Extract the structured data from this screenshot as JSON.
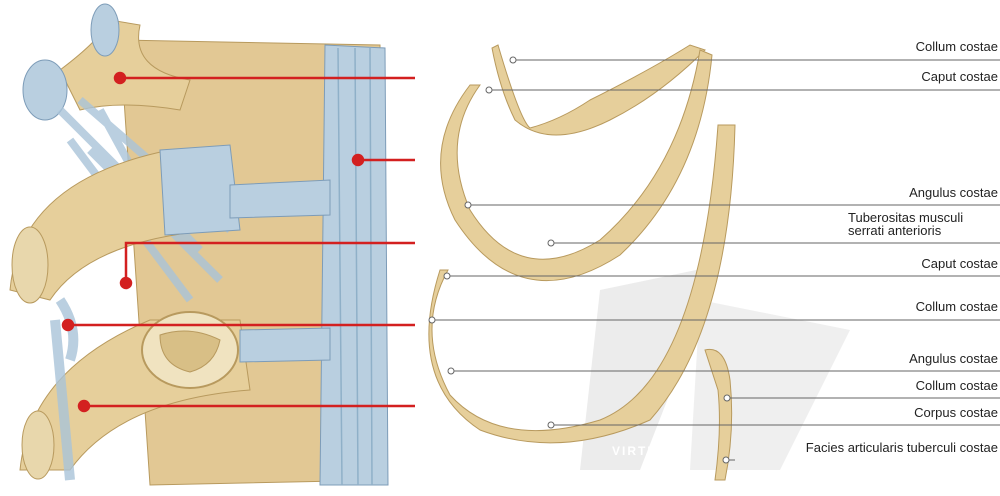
{
  "title": "",
  "watermark": "VIRTUA",
  "colors": {
    "bone": "#e6cf9b",
    "bone_dark": "#b89a5e",
    "ligament": "#b9cfe0",
    "ligament_dark": "#7d9cb8",
    "leader_red": "#d32020",
    "leader_gray": "#666666"
  },
  "labels": [
    {
      "id": "collum-1",
      "text": "Collum costae"
    },
    {
      "id": "caput-1",
      "text": "Caput costae"
    },
    {
      "id": "angulus-1",
      "text": "Angulus costae"
    },
    {
      "id": "tuberositas",
      "text": "Tuberositas musculi",
      "text2": "serrati anterioris"
    },
    {
      "id": "caput-2",
      "text": "Caput costae"
    },
    {
      "id": "collum-2",
      "text": "Collum costae"
    },
    {
      "id": "angulus-2",
      "text": "Angulus costae"
    },
    {
      "id": "collum-3",
      "text": "Collum costae"
    },
    {
      "id": "corpus",
      "text": "Corpus costae"
    },
    {
      "id": "facies",
      "text": "Facies articularis tuberculi costae"
    }
  ]
}
